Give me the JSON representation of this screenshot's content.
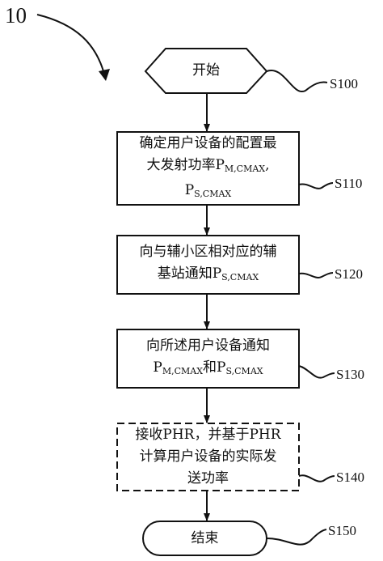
{
  "figure_number": "10",
  "nodes": {
    "start": {
      "label": "开始",
      "ref": "S100"
    },
    "s110": {
      "line1": "确定用户设备的配置最",
      "line2_prefix": "大发射功率P",
      "line2_sub": "M,CMAX",
      "line2_suffix": ",",
      "line3_prefix": "P",
      "line3_sub": "S,CMAX",
      "ref": "S110"
    },
    "s120": {
      "line1": "向与辅小区相对应的辅",
      "line2_prefix": "基站通知P",
      "line2_sub": "S,CMAX",
      "ref": "S120"
    },
    "s130": {
      "line1": "向所述用户设备通知",
      "line2_p1": "P",
      "line2_sub1": "M,CMAX",
      "line2_mid": "和P",
      "line2_sub2": "S,CMAX",
      "ref": "S130"
    },
    "s140": {
      "line1": "接收PHR，并基于PHR",
      "line2": "计算用户设备的实际发",
      "line3": "送功率",
      "ref": "S140"
    },
    "end": {
      "label": "结束",
      "ref": "S150"
    }
  },
  "colors": {
    "line": "#111111",
    "background": "#ffffff"
  }
}
